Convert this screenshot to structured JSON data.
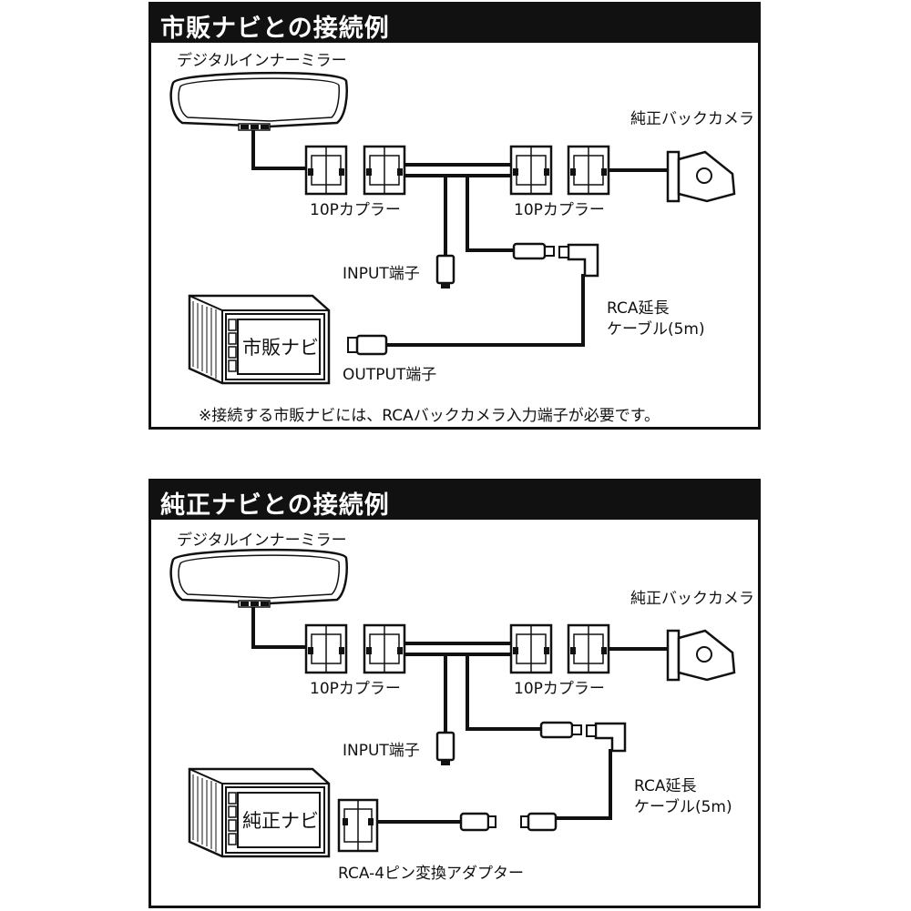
{
  "diagram1": {
    "title": "市販ナビとの接続例",
    "mirror_label": "デジタルインナーミラー",
    "camera_label": "純正バックカメラ",
    "coupler_label_left": "10Pカプラー",
    "coupler_label_right": "10Pカプラー",
    "input_label": "INPUT端子",
    "rca_label_line1": "RCA延長",
    "rca_label_line2": "ケーブル(5m)",
    "navi_screen_label": "市販ナビ",
    "output_label": "OUTPUT端子",
    "footnote": "※接続する市販ナビには、RCAバックカメラ入力端子が必要です。"
  },
  "diagram2": {
    "title": "純正ナビとの接続例",
    "mirror_label": "デジタルインナーミラー",
    "camera_label": "純正バックカメラ",
    "coupler_label_left": "10Pカプラー",
    "coupler_label_right": "10Pカプラー",
    "input_label": "INPUT端子",
    "rca_label_line1": "RCA延長",
    "rca_label_line2": "ケーブル(5m)",
    "navi_screen_label": "純正ナビ",
    "adapter_label": "RCA-4ピン変換アダプター"
  }
}
